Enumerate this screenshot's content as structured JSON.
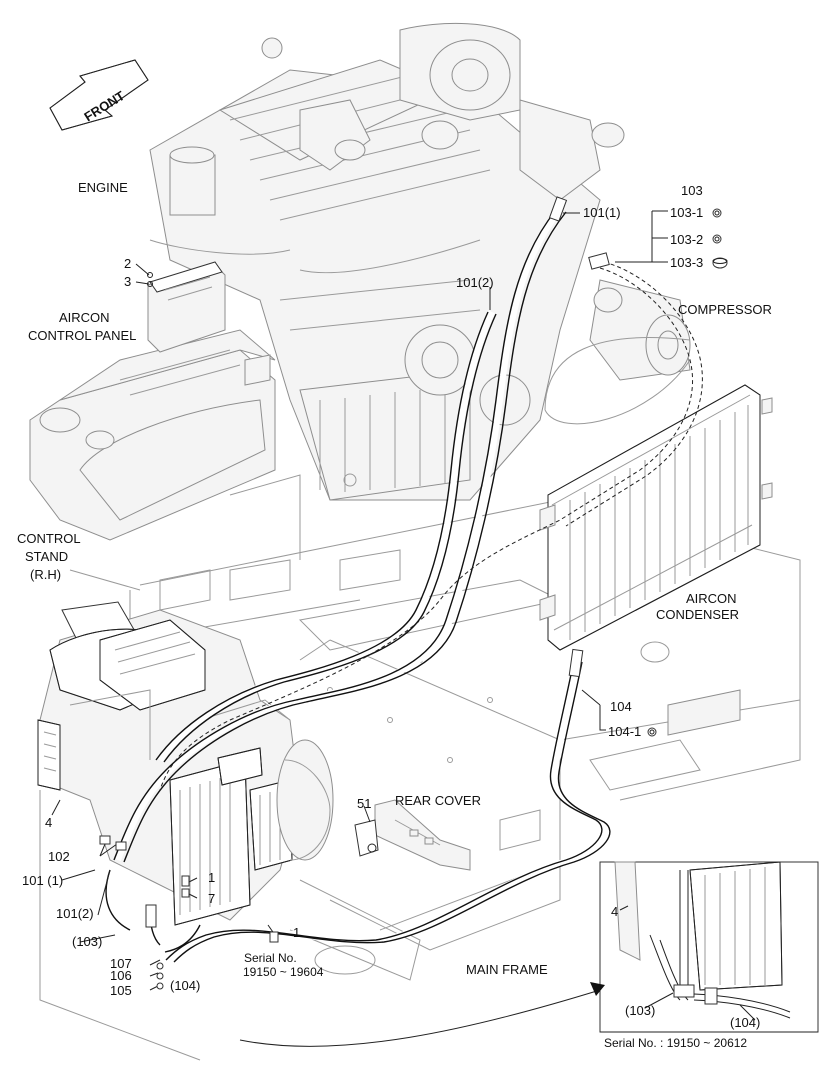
{
  "front_marker": "FRONT",
  "labels": {
    "engine": "ENGINE",
    "aircon_control_panel_1": "AIRCON",
    "aircon_control_panel_2": "CONTROL PANEL",
    "control_stand_1": "CONTROL",
    "control_stand_2": "STAND",
    "control_stand_3": "(R.H)",
    "compressor": "COMPRESSOR",
    "aircon_condenser_1": "AIRCON",
    "aircon_condenser_2": "CONDENSER",
    "rear_cover": "REAR COVER",
    "main_frame": "MAIN FRAME"
  },
  "callouts": {
    "c2": "2",
    "c3": "3",
    "c101_1": "101(1)",
    "c101_2": "101(2)",
    "c103": "103",
    "c103_1": "103-1",
    "c103_2": "103-2",
    "c103_3": "103-3",
    "c104": "104",
    "c104_1": "104-1",
    "c51": "51",
    "c4": "4",
    "c102": "102",
    "c101_1_left": "101 (1)",
    "c101_2_left": "101(2)",
    "c103_left": "(103)",
    "c1_a": "1",
    "c7": "7",
    "c1_b": "1",
    "c107": "107",
    "c106": "106",
    "c105": "105",
    "c104_left": "(104)",
    "c4_inset": "4",
    "c103_inset": "(103)",
    "c104_inset": "(104)"
  },
  "serial_notes": {
    "main_line1": "Serial No.",
    "main_line2": "19150 ~ 19604",
    "inset": "Serial No. : 19150 ~ 20612"
  }
}
